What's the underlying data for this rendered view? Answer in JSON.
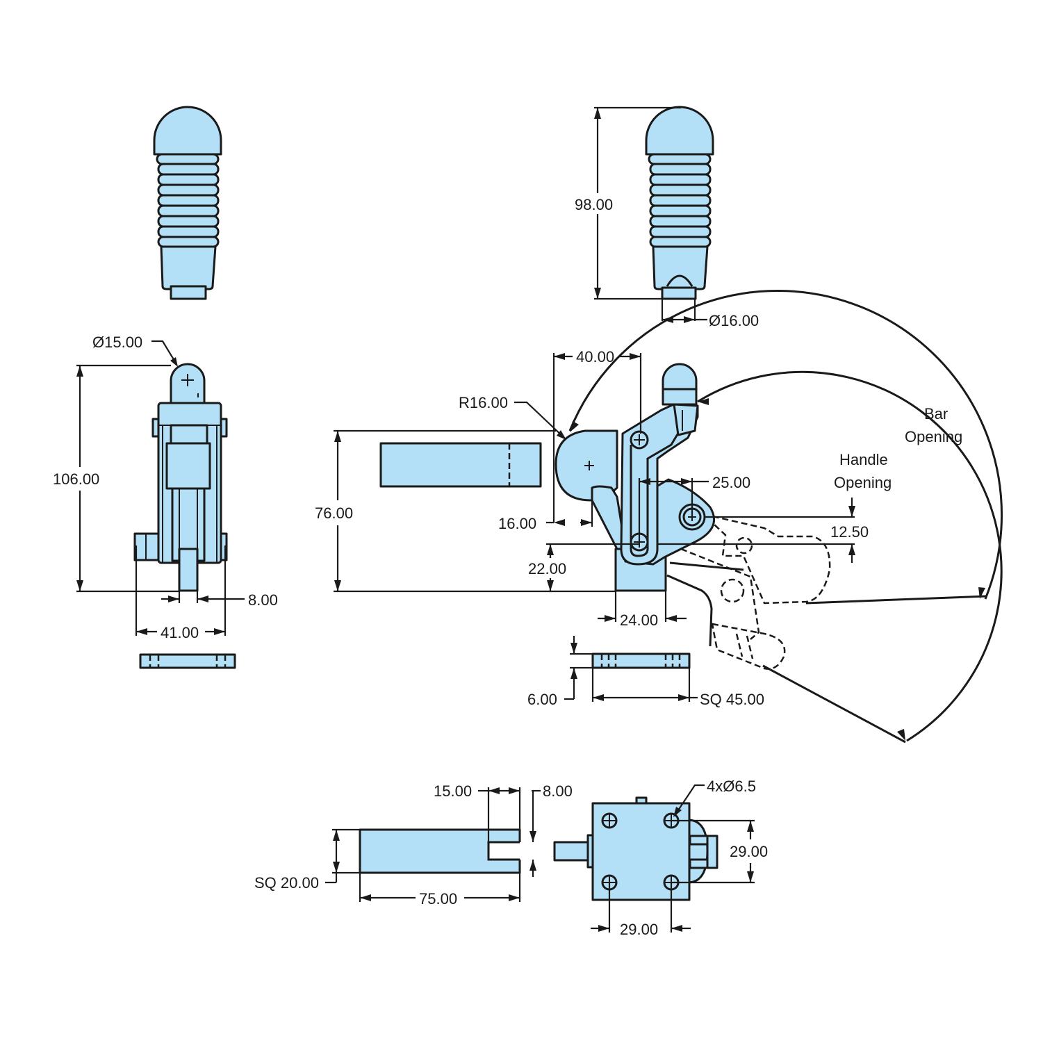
{
  "colors": {
    "part_fill": "#b3e0f7",
    "line": "#1a1a1a",
    "background": "#ffffff"
  },
  "dimensions": {
    "grip_length": "98.00",
    "grip_stud_diameter": "Ø16.00",
    "knob_diameter": "Ø15.00",
    "overall_height_side": "106.00",
    "base_width_side": "41.00",
    "arm_width_side": "8.00",
    "spindle_offset": "40.00",
    "pivot_radius": "R16.00",
    "height_front": "76.00",
    "bar_drop": "16.00",
    "pivot_height": "22.00",
    "pivot_center_x": "25.00",
    "pivot_center_y": "12.50",
    "base_block_width": "24.00",
    "plate_thickness": "6.00",
    "plate_size": "SQ 45.00",
    "bar_slot_width": "15.00",
    "bar_slot_gap": "8.00",
    "bar_section": "SQ 20.00",
    "bar_length": "75.00",
    "hole_spacing_vertical": "29.00",
    "hole_spacing_horizontal": "29.00",
    "holes": "4xØ6.5"
  },
  "labels": {
    "bar_opening_line1": "Bar",
    "bar_opening_line2": "Opening",
    "handle_opening_line1": "Handle",
    "handle_opening_line2": "Opening"
  }
}
